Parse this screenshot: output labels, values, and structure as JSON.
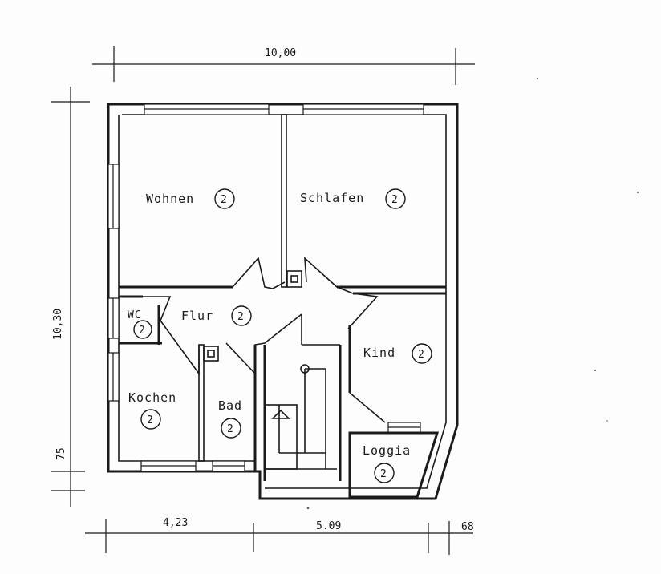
{
  "dimensions": {
    "top_width": "10,00",
    "left_height": "10,30",
    "left_small": "75",
    "bottom_left": "4,23",
    "bottom_mid": "5.09",
    "bottom_right": "68"
  },
  "rooms": {
    "wohnen": {
      "label": "Wohnen",
      "count": "2"
    },
    "schlafen": {
      "label": "Schlafen",
      "count": "2"
    },
    "flur": {
      "label": "Flur",
      "count": "2"
    },
    "wc": {
      "label": "WC",
      "count": "2"
    },
    "kind": {
      "label": "Kind",
      "count": "2"
    },
    "kochen": {
      "label": "Kochen",
      "count": "2"
    },
    "bad": {
      "label": "Bad",
      "count": "2"
    },
    "loggia": {
      "label": "Loggia",
      "count": "2"
    }
  }
}
